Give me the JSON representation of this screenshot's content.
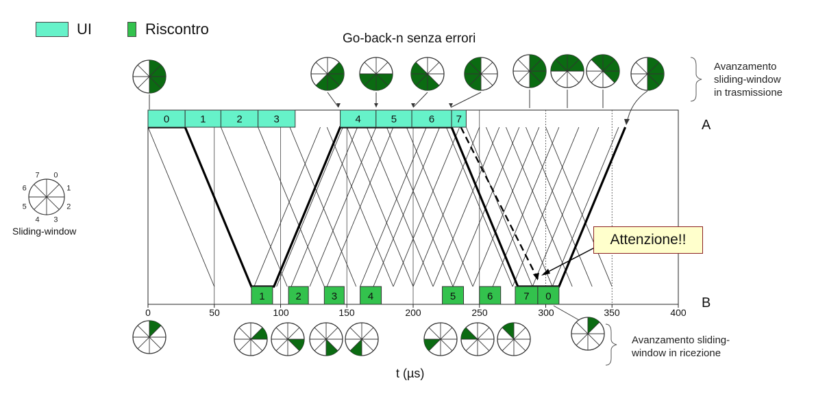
{
  "legend": {
    "ui_label": "UI",
    "ack_label": "Riscontro",
    "ui_color": "#66f2c9",
    "ack_color": "#33c24d"
  },
  "title": "Go-back-n senza errori",
  "notes": {
    "tx": [
      "Avanzamento",
      "sliding-window",
      "in trasmissione"
    ],
    "rx": [
      "Avanzamento sliding-",
      "window  in ricezione"
    ]
  },
  "stations": {
    "a": "A",
    "b": "B"
  },
  "callout": "Attenzione!!",
  "sliding_window": {
    "caption": "Sliding-window",
    "numbers": [
      "7",
      "0",
      "1",
      "2",
      "3",
      "4",
      "5",
      "6"
    ]
  },
  "axis": {
    "xlabel": "t (µs)",
    "ticks": [
      "0",
      "50",
      "100",
      "150",
      "200",
      "250",
      "300",
      "350",
      "400"
    ]
  },
  "frames_tx": [
    "0",
    "1",
    "2",
    "3",
    "4",
    "5",
    "6",
    "7"
  ],
  "acks_rx": [
    "1",
    "2",
    "3",
    "4",
    "5",
    "6",
    "7",
    "0"
  ],
  "window_colors": {
    "fill": "#0b6b12",
    "stroke": "#333333"
  }
}
